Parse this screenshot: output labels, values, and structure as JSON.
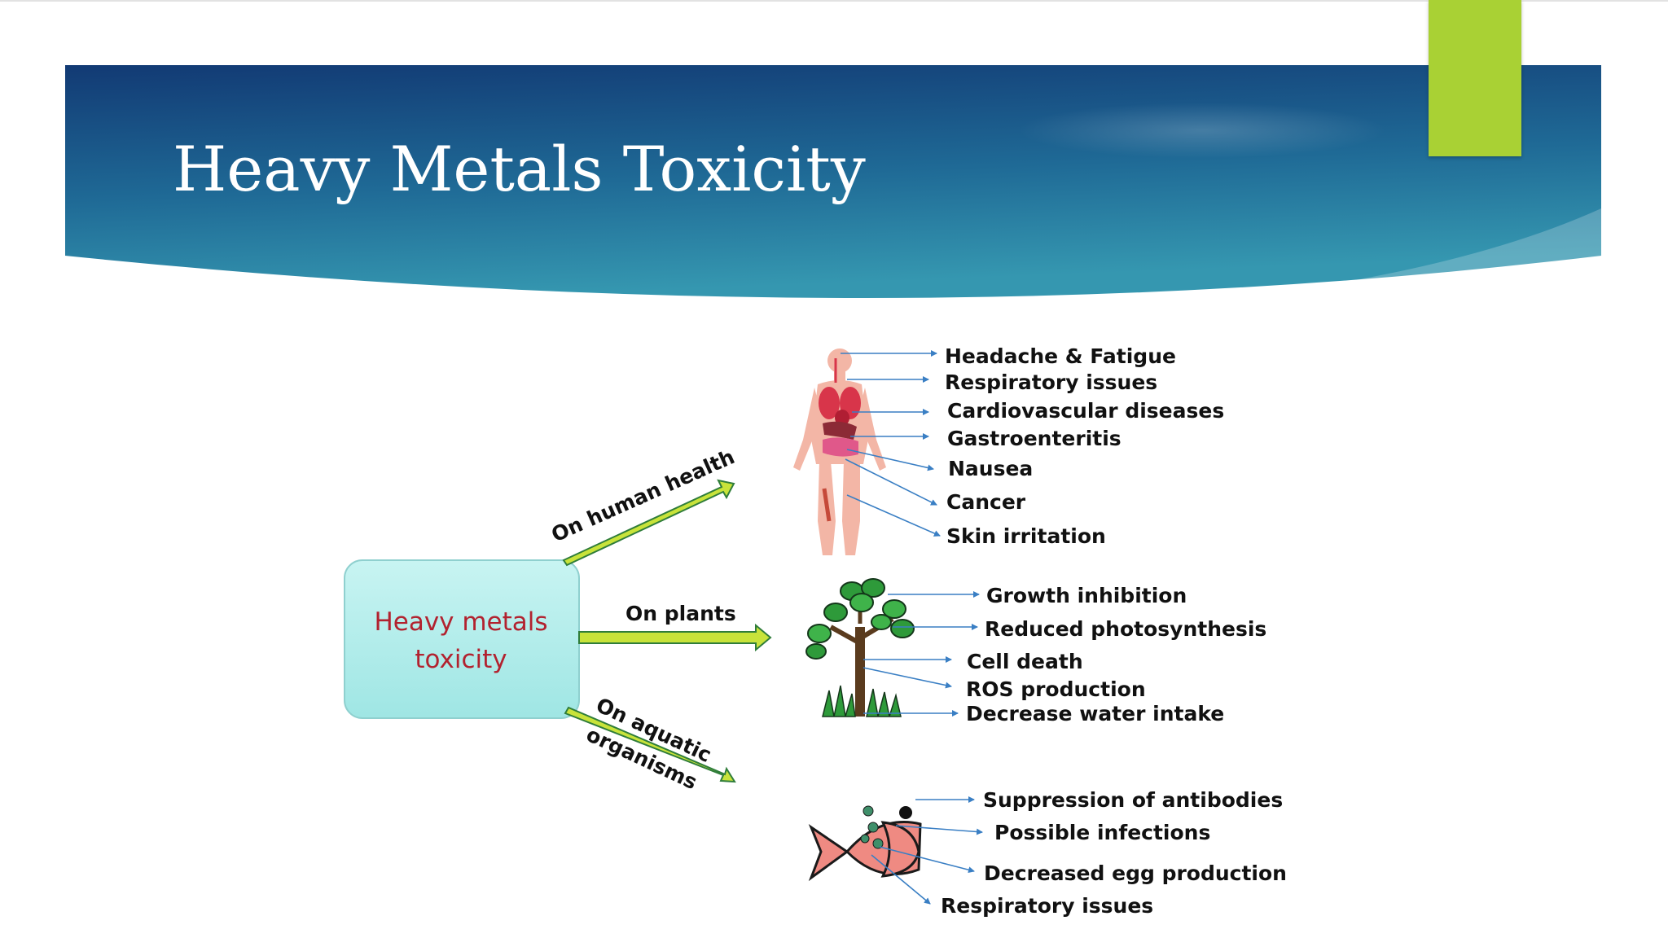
{
  "slide": {
    "title": "Heavy Metals Toxicity"
  },
  "colors": {
    "header_dark": "#123a74",
    "header_light": "#2f8fae",
    "accent": "#a9d134",
    "center_box": "#a8ecea",
    "center_text": "#b2222f",
    "arrow_fill": "#c8e33a",
    "pointer_line": "#3a7fc4"
  },
  "diagram": {
    "center": {
      "line1": "Heavy  metals",
      "line2": "toxicity"
    },
    "branches": {
      "human": "On human health",
      "plants": "On plants",
      "aquatic_line1": "On aquatic",
      "aquatic_line2": "organisms"
    },
    "human_effects": [
      "Headache & Fatigue",
      "Respiratory issues",
      "Cardiovascular diseases",
      "Gastroenteritis",
      "Nausea",
      "Cancer",
      "Skin irritation"
    ],
    "plant_effects": [
      "Growth inhibition",
      "Reduced photosynthesis",
      "Cell death",
      "ROS production",
      "Decrease water intake"
    ],
    "aquatic_effects": [
      "Suppression of antibodies",
      "Possible infections",
      "Decreased egg production",
      "Respiratory issues"
    ],
    "icons": [
      "human-body-icon",
      "tree-icon",
      "fish-icon"
    ]
  }
}
